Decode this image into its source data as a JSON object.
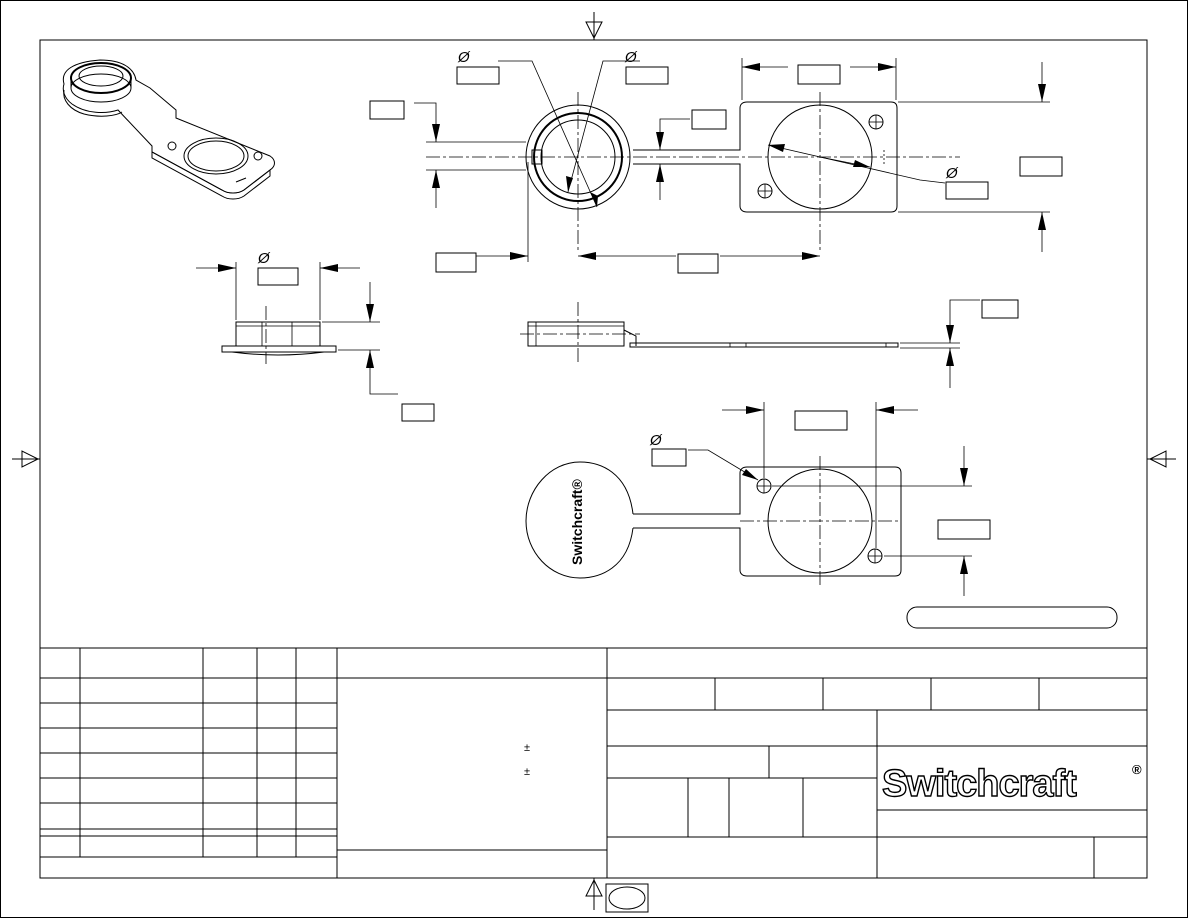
{
  "drawing": {
    "diameter_symbol": "Ø",
    "tolerance_symbol_1": "±",
    "tolerance_symbol_2": "±",
    "bottom_view_mark": "Switchcraft®",
    "title_block": {
      "company_logo": "Switchcraft",
      "registered_mark": "®"
    }
  }
}
